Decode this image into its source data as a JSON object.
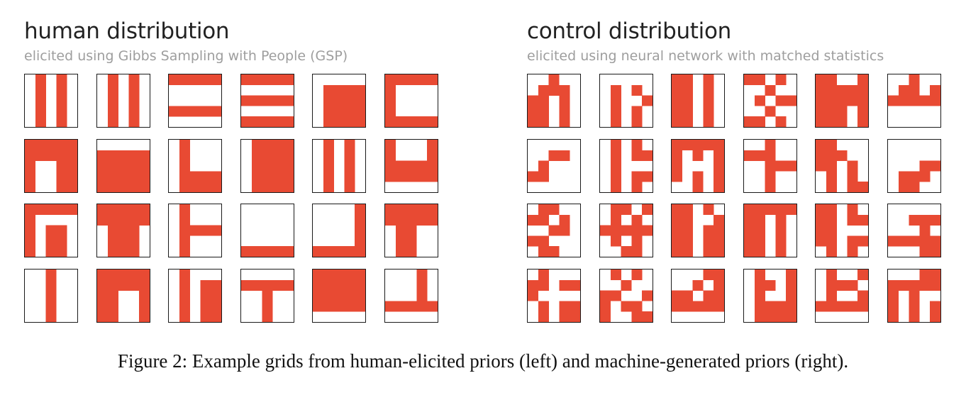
{
  "figure": {
    "caption": "Figure 2: Example grids from human-elicited priors (left) and machine-generated priors (right).",
    "fill_color": "#e84a33",
    "panels": [
      {
        "title": "human distribution",
        "subtitle": "elicited using Gibbs Sampling with People (GSP)",
        "grids": [
          [
            "01010",
            "01010",
            "01010",
            "01010",
            "01010"
          ],
          [
            "01010",
            "01010",
            "01010",
            "01010",
            "01010"
          ],
          [
            "11111",
            "00000",
            "00000",
            "11111",
            "00000"
          ],
          [
            "11111",
            "00000",
            "11111",
            "00000",
            "11111"
          ],
          [
            "00000",
            "01111",
            "01111",
            "01111",
            "01111"
          ],
          [
            "11111",
            "10000",
            "10000",
            "10000",
            "11111"
          ],
          [
            "11111",
            "11111",
            "10011",
            "10011",
            "10011"
          ],
          [
            "00000",
            "11111",
            "11111",
            "11111",
            "11111"
          ],
          [
            "01000",
            "01000",
            "01000",
            "01111",
            "01111"
          ],
          [
            "01111",
            "01111",
            "01111",
            "01111",
            "01111"
          ],
          [
            "01010",
            "01010",
            "01010",
            "01010",
            "01010"
          ],
          [
            "10001",
            "10001",
            "11111",
            "11111",
            "00000"
          ],
          [
            "11111",
            "10000",
            "10110",
            "10110",
            "10110"
          ],
          [
            "11111",
            "11111",
            "01110",
            "01110",
            "01110"
          ],
          [
            "01000",
            "01000",
            "01111",
            "01000",
            "01000"
          ],
          [
            "00000",
            "00000",
            "00000",
            "00000",
            "11111"
          ],
          [
            "00001",
            "00001",
            "00001",
            "00001",
            "11111"
          ],
          [
            "11111",
            "11111",
            "01100",
            "01100",
            "01100"
          ],
          [
            "00100",
            "00100",
            "00100",
            "00100",
            "00100"
          ],
          [
            "11111",
            "11111",
            "11001",
            "11001",
            "11001"
          ],
          [
            "01000",
            "01011",
            "01011",
            "01011",
            "01011"
          ],
          [
            "00000",
            "11111",
            "00100",
            "00100",
            "00100"
          ],
          [
            "11111",
            "11111",
            "11111",
            "11111",
            "00000"
          ],
          [
            "00010",
            "00010",
            "00010",
            "11111",
            "00000"
          ]
        ]
      },
      {
        "title": "control distribution",
        "subtitle": "elicited using neural network with matched statistics",
        "grids": [
          [
            "00100",
            "01110",
            "11010",
            "11010",
            "11010"
          ],
          [
            "00000",
            "01010",
            "01001",
            "01010",
            "01010"
          ],
          [
            "11010",
            "11010",
            "11010",
            "11010",
            "11010"
          ],
          [
            "11010",
            "00100",
            "01011",
            "00100",
            "11010"
          ],
          [
            "11001",
            "11111",
            "11111",
            "11101",
            "11101"
          ],
          [
            "00100",
            "01101",
            "11111",
            "00000",
            "00000"
          ],
          [
            "00000",
            "00110",
            "01000",
            "11000",
            "00000"
          ],
          [
            "01010",
            "01011",
            "01000",
            "01011",
            "01010"
          ],
          [
            "11111",
            "10101",
            "10001",
            "10101",
            "00101"
          ],
          [
            "00100",
            "11100",
            "00111",
            "00100",
            "00100"
          ],
          [
            "11000",
            "11100",
            "11010",
            "01010",
            "01011"
          ],
          [
            "00000",
            "00000",
            "00011",
            "01110",
            "01100"
          ],
          [
            "01100",
            "11010",
            "00110",
            "11000",
            "01100"
          ],
          [
            "01101",
            "01010",
            "11111",
            "01010",
            "00110"
          ],
          [
            "11010",
            "11001",
            "11011",
            "11011",
            "11011"
          ],
          [
            "11111",
            "11010",
            "11010",
            "11010",
            "11010"
          ],
          [
            "11010",
            "11011",
            "11000",
            "11011",
            "01010"
          ],
          [
            "00000",
            "00111",
            "00010",
            "11111",
            "00011"
          ],
          [
            "01000",
            "11011",
            "10000",
            "01011",
            "01011"
          ],
          [
            "01010",
            "00100",
            "11001",
            "10110",
            "10011"
          ],
          [
            "00011",
            "00101",
            "11011",
            "11111",
            "00000"
          ],
          [
            "01001",
            "01101",
            "01001",
            "01111",
            "01111"
          ],
          [
            "01001",
            "01110",
            "01001",
            "11111",
            "00000"
          ],
          [
            "00011",
            "11111",
            "10100",
            "10101",
            "10101"
          ]
        ]
      }
    ]
  }
}
